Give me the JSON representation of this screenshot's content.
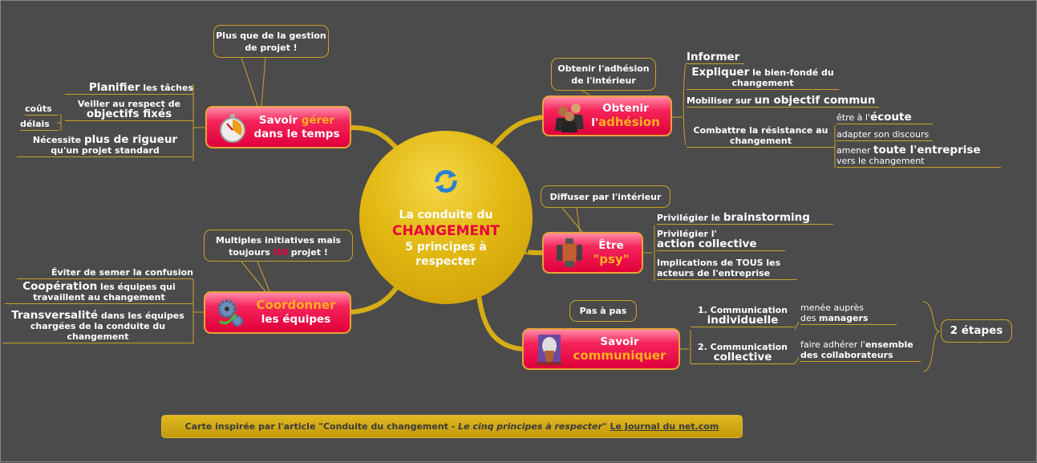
{
  "center": {
    "line1": "La conduite du",
    "line2": "CHANGEMENT",
    "line3": "5 principes à",
    "line4": "respecter",
    "icon": "refresh-icon"
  },
  "gerer": {
    "a": "Savoir ",
    "b": "gérer",
    "c": "dans le temps",
    "icon": "stopwatch-icon",
    "callout": "Plus que de la gestion de projet !",
    "items": [
      {
        "b": "Planifier",
        "n": " les tâches"
      },
      {
        "n": "Veiller au respect de",
        "b": "objectifs fixés"
      },
      {
        "n": "Nécessite ",
        "b": "plus de rigueur",
        "n2": "qu'un projet standard"
      }
    ],
    "sub": [
      "coûts",
      "délais"
    ]
  },
  "adhesion": {
    "a": "Obtenir",
    "b": "l'",
    "c": "adhésion",
    "icon": "people-icon",
    "callout": "Obtenir l'adhésion de l'intérieur",
    "items": [
      {
        "b": "Informer"
      },
      {
        "b": "Expliquer",
        "n": " le bien-fondé du changement"
      },
      {
        "n": "Mobiliser sur ",
        "b": "un objectif commun"
      },
      {
        "n": "Combattre la résistance au changement"
      }
    ],
    "sub": [
      {
        "n": "être à l'",
        "b": "écoute"
      },
      {
        "n": "adapter son discours"
      },
      {
        "n": "amener ",
        "b": "toute l'entreprise",
        "n2": "vers le changement"
      }
    ]
  },
  "psy": {
    "a": "Être",
    "b": "\"psy\"",
    "icon": "meeting-table-icon",
    "callout": "Diffuser par l'intérieur",
    "items": [
      {
        "n": "Privilégier le ",
        "b": "brainstorming"
      },
      {
        "n": "Privilégier l'",
        "b": "action collective"
      },
      {
        "n": "Implications de TOUS les acteurs de l'entreprise"
      }
    ]
  },
  "communiquer": {
    "a": "Savoir",
    "b": "communiquer",
    "icon": "podium-icon",
    "callout": "Pas à pas",
    "items": [
      {
        "n": "1. Communication",
        "b": "individuelle"
      },
      {
        "n": "2. Communication",
        "b": "collective"
      }
    ],
    "sub": [
      {
        "n": "menée auprès",
        "n2": "des ",
        "b": "managers"
      },
      {
        "n": "faire adhérer l'",
        "b": "ensemble",
        "b2": "des collaborateurs"
      }
    ],
    "summary": "2 étapes"
  },
  "coordonner": {
    "a": "Coordonner",
    "b": "les équipes",
    "icon": "gears-icon",
    "callout": {
      "a": "Multiples initiatives mais",
      "b": "toujours ",
      "c": "UN",
      "d": " projet !"
    },
    "items": [
      {
        "n": "Éviter de semer la confusion"
      },
      {
        "b": "Coopération",
        "n": " les équipes qui travaillent au changement"
      },
      {
        "b": "Transversalité",
        "n": " dans les équipes chargées de la conduite du changement"
      }
    ]
  },
  "footer": {
    "a": "Carte inspirée par l'article \"Conduite du changement - ",
    "b": "Le cinq principes à respecter\"",
    "c": " ",
    "link": "Le Journal du net.com"
  },
  "colors": {
    "background": "#4b4b4b",
    "line": "#c9a227",
    "node": "#e8003c",
    "accent": "#ffb020"
  }
}
